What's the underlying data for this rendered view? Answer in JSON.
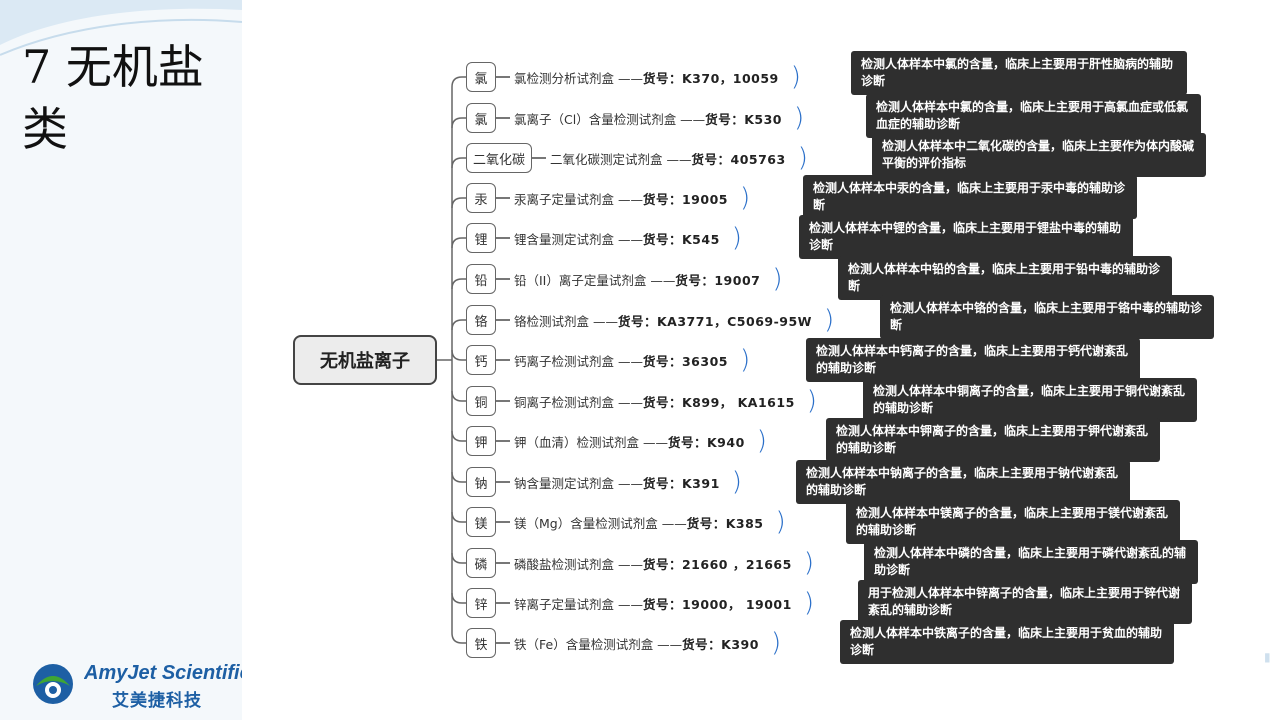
{
  "slide": {
    "title": "7 无机盐类",
    "logo_en": "AmyJet Scientific",
    "logo_cn": "艾美捷科技"
  },
  "diagram": {
    "root": "无机盐离子",
    "branches": [
      {
        "element": "氯",
        "kit": "氯检测分析试剂盒 —— ",
        "catalog": "货号：K370，10059",
        "note": "检测人体样本中氯的含量，临床上主要用于肝性脑病的辅助诊断"
      },
      {
        "element": "氯",
        "kit": "氯离子（Cl）含量检测试剂盒 —— ",
        "catalog": "货号：K530",
        "note": "检测人体样本中氯的含量，临床上主要用于高氯血症或低氯血症的辅助诊断"
      },
      {
        "element": "二氧化碳",
        "kit": "二氧化碳测定试剂盒 —— ",
        "catalog": "货号：405763",
        "note": "检测人体样本中二氧化碳的含量，临床上主要作为体内酸碱平衡的评价指标"
      },
      {
        "element": "汞",
        "kit": "汞离子定量试剂盒 —— ",
        "catalog": "货号：19005",
        "note": "检测人体样本中汞的含量，临床上主要用于汞中毒的辅助诊断"
      },
      {
        "element": "锂",
        "kit": "锂含量测定试剂盒 —— ",
        "catalog": "货号：K545",
        "note": "检测人体样本中锂的含量，临床上主要用于锂盐中毒的辅助诊断"
      },
      {
        "element": "铅",
        "kit": "铅（II）离子定量试剂盒 —— ",
        "catalog": "货号：19007",
        "note": "检测人体样本中铅的含量，临床上主要用于铅中毒的辅助诊断"
      },
      {
        "element": "铬",
        "kit": "铬检测试剂盒 —— ",
        "catalog": "货号：KA3771，C5069-95W",
        "note": "检测人体样本中铬的含量，临床上主要用于铬中毒的辅助诊断"
      },
      {
        "element": "钙",
        "kit": "钙离子检测试剂盒 —— ",
        "catalog": "货号：36305",
        "note": "检测人体样本中钙离子的含量，临床上主要用于钙代谢紊乱的辅助诊断"
      },
      {
        "element": "铜",
        "kit": "铜离子检测试剂盒 —— ",
        "catalog": "货号：K899， KA1615",
        "note": "检测人体样本中铜离子的含量，临床上主要用于铜代谢紊乱的辅助诊断"
      },
      {
        "element": "钾",
        "kit": "钾（血清）检测试剂盒 —— ",
        "catalog": "货号：K940",
        "note": "检测人体样本中钾离子的含量，临床上主要用于钾代谢紊乱的辅助诊断"
      },
      {
        "element": "钠",
        "kit": "钠含量测定试剂盒 —— ",
        "catalog": "货号：K391",
        "note": "检测人体样本中钠离子的含量，临床上主要用于钠代谢紊乱的辅助诊断"
      },
      {
        "element": "镁",
        "kit": "镁（Mg）含量检测试剂盒 —— ",
        "catalog": "货号：K385",
        "note": "检测人体样本中镁离子的含量，临床上主要用于镁代谢紊乱的辅助诊断"
      },
      {
        "element": "磷",
        "kit": "磷酸盐检测试剂盒 —— ",
        "catalog": "货号：21660 ，21665",
        "note": "检测人体样本中磷的含量，临床上主要用于磷代谢紊乱的辅助诊断"
      },
      {
        "element": "锌",
        "kit": "锌离子定量试剂盒 —— ",
        "catalog": "货号：19000， 19001",
        "note": "用于检测人体样本中锌离子的含量，临床上主要用于锌代谢紊乱的辅助诊断"
      },
      {
        "element": "铁",
        "kit": "铁（Fe）含量检测试剂盒 —— ",
        "catalog": "货号：K390",
        "note": "检测人体样本中铁离子的含量，临床上主要用于贫血的辅助诊断"
      }
    ]
  }
}
